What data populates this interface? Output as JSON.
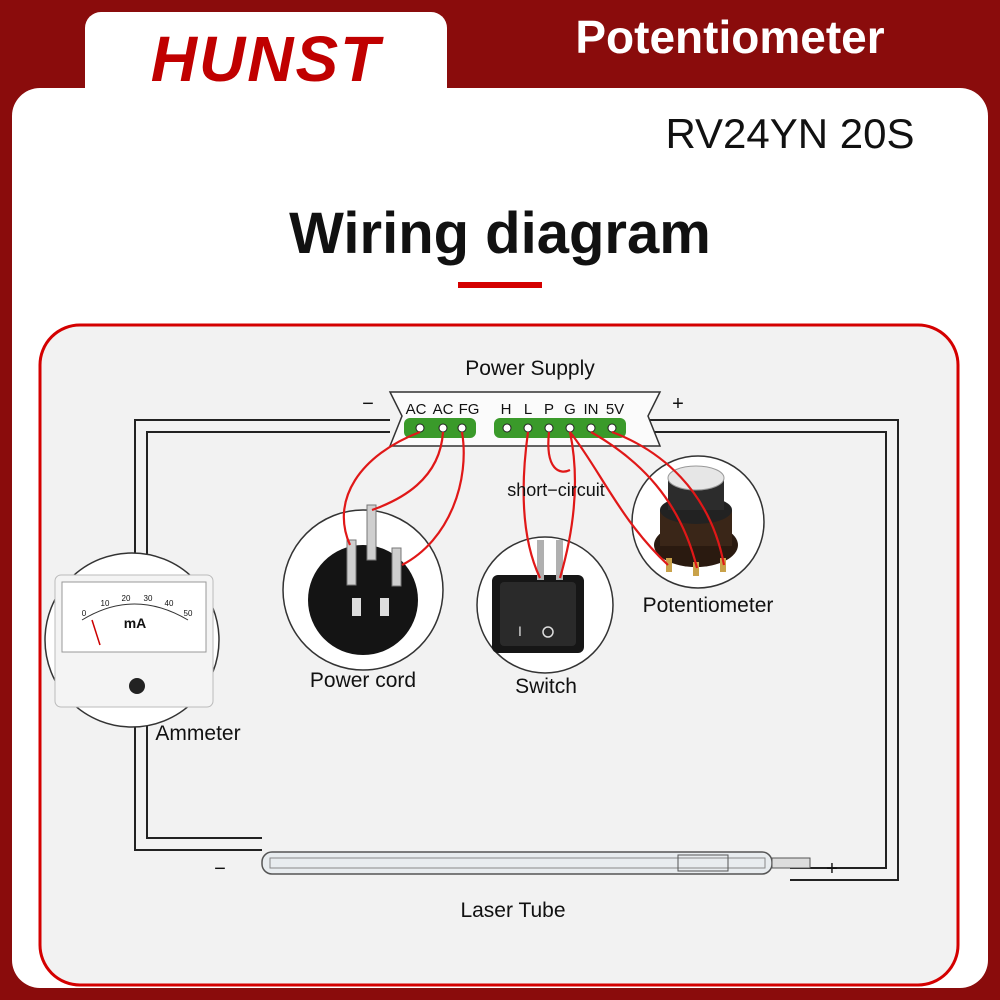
{
  "brand": {
    "name": "HUNST"
  },
  "header": {
    "title": "Potentiometer",
    "model": "RV24YN 20S",
    "heading": "Wiring diagram"
  },
  "diagram": {
    "power_supply": "Power Supply",
    "minus": "−",
    "plus": "+",
    "terminals": [
      "AC",
      "AC",
      "FG",
      "H",
      "L",
      "P",
      "G",
      "IN",
      "5V"
    ],
    "short_circuit": "short−circuit",
    "components": {
      "power_cord": "Power cord",
      "switch": "Switch",
      "potentiometer": "Potentiometer",
      "ammeter": "Ammeter",
      "laser_tube": "Laser Tube"
    },
    "ammeter_face": {
      "unit": "mA",
      "scale": [
        "0",
        "10",
        "20",
        "30",
        "40",
        "50"
      ]
    },
    "laser_minus": "−",
    "laser_plus": "+"
  },
  "colors": {
    "brand_red": "#c00000",
    "banner": "#8a0c0c",
    "wire": "#e01818",
    "terminal_green": "#3a9a2a"
  }
}
